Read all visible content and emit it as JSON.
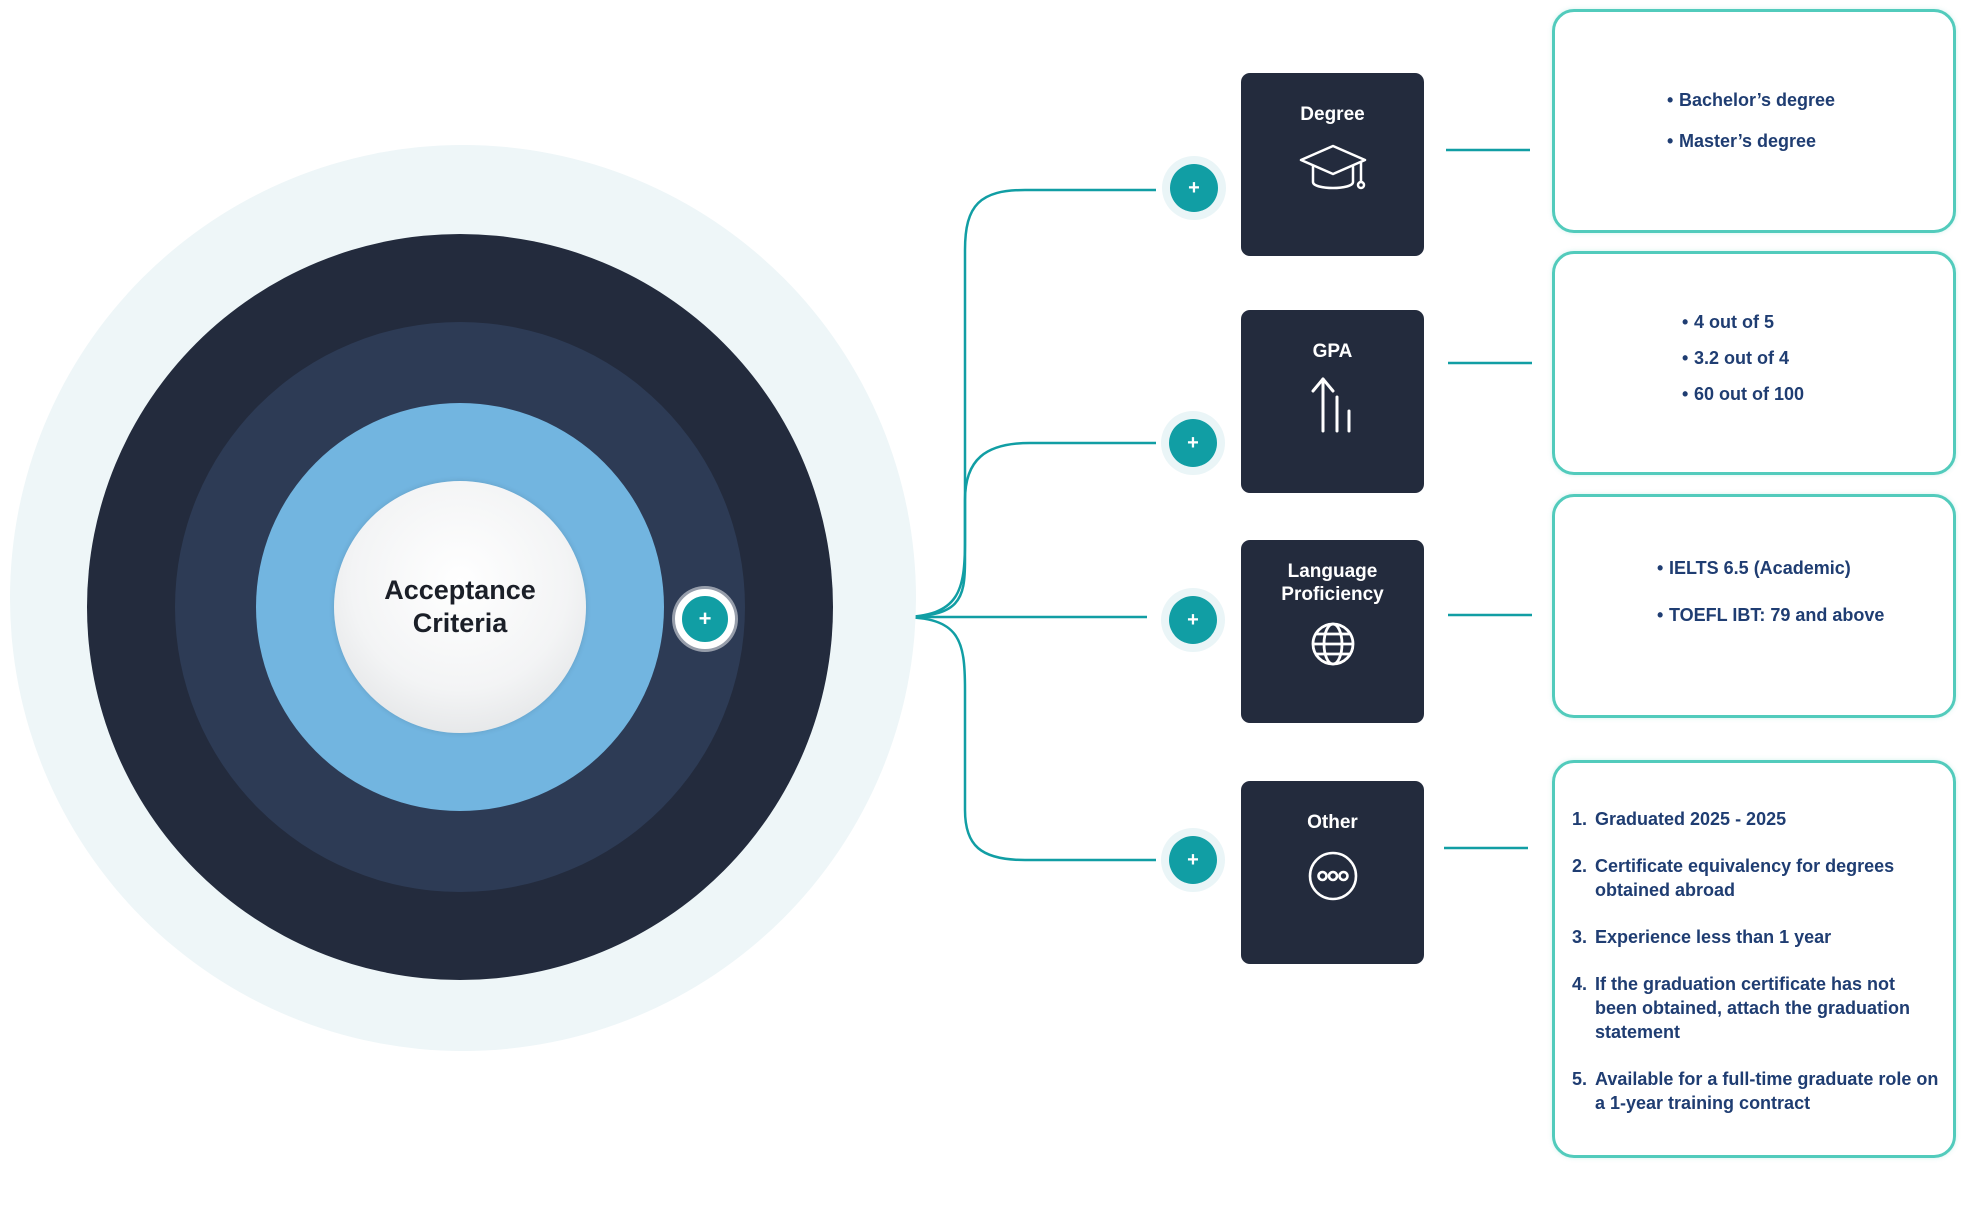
{
  "center": {
    "title": "Acceptance\nCriteria",
    "plus": "+"
  },
  "plus_symbol": "+",
  "colors": {
    "dark": "#232b3d",
    "mid": "#2d3b55",
    "blue": "#72b5e0",
    "teal": "#119ea4",
    "border": "#52cbbc",
    "text": "#1f3d72"
  },
  "categories": [
    {
      "title": "Degree",
      "icon": "graduation-cap-icon",
      "items": [
        "Bachelor’s degree",
        "Master’s degree"
      ]
    },
    {
      "title": "GPA",
      "icon": "growth-chart-icon",
      "items": [
        "4 out of 5",
        "3.2 out of 4",
        "60 out of 100"
      ]
    },
    {
      "title": "Language\nProficiency",
      "icon": "globe-icon",
      "items": [
        "IELTS 6.5 (Academic)",
        "TOEFL IBT: 79 and above"
      ]
    },
    {
      "title": "Other",
      "icon": "more-dots-icon",
      "items": [
        "Graduated 2025 - 2025",
        "Certificate equivalency for degrees obtained abroad",
        "Experience less than 1 year",
        "If the graduation certificate has not been obtained, attach the graduation statement",
        "Available for a full-time graduate role on a 1-year training contract"
      ]
    }
  ]
}
